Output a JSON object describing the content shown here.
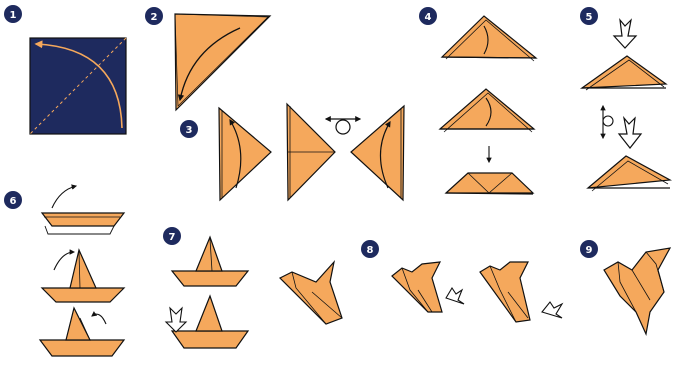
{
  "colors": {
    "paper": "#F5A85C",
    "paper_dark": "#D8843C",
    "navy": "#1E2A5E",
    "outline": "#111111",
    "badge_bg": "#1E2A5E",
    "badge_text": "#FFFFFF",
    "curve": "#F5A85C"
  },
  "steps": [
    {
      "number": "1"
    },
    {
      "number": "2"
    },
    {
      "number": "3"
    },
    {
      "number": "4"
    },
    {
      "number": "5"
    },
    {
      "number": "6"
    },
    {
      "number": "7"
    },
    {
      "number": "8"
    },
    {
      "number": "9"
    }
  ]
}
